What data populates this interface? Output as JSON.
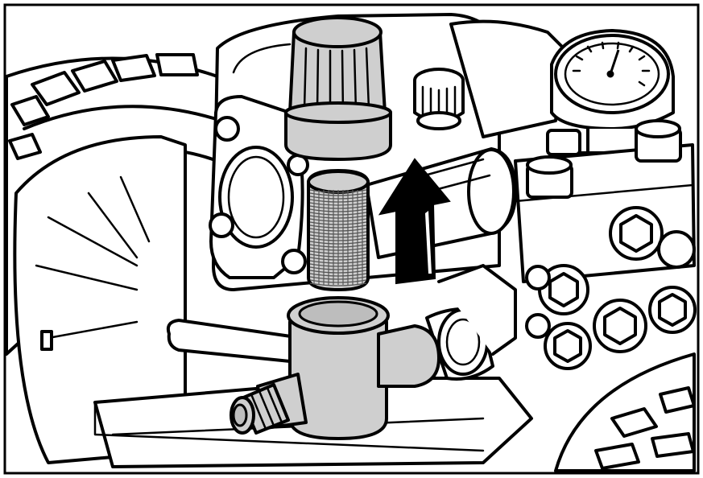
{
  "figure": {
    "colors": {
      "outline": "#000000",
      "highlight_part": "#cfcfcf",
      "background": "#ffffff",
      "arrow": "#000000"
    },
    "highlighted_parts": [
      "adjustment-knob",
      "filter-screen",
      "inlet-housing"
    ],
    "arrow_direction": "up"
  }
}
